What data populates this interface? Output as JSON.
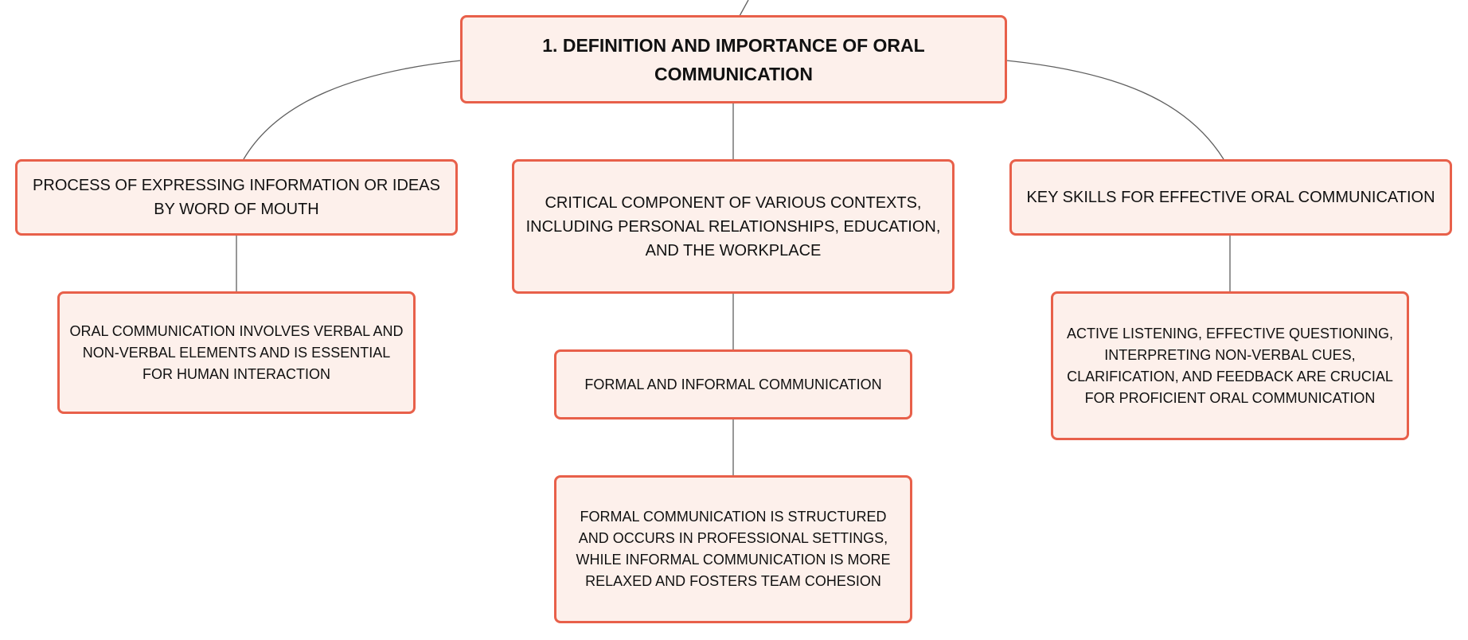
{
  "colors": {
    "node_fill": "#fdf0eb",
    "node_border": "#e8604a",
    "connector": "#5f5f5f",
    "text": "#111111"
  },
  "diagram": {
    "root": {
      "text": "1. DEFINITION AND IMPORTANCE OF ORAL COMMUNICATION"
    },
    "branches": [
      {
        "text": "PROCESS OF EXPRESSING INFORMATION OR IDEAS BY WORD OF MOUTH",
        "child": {
          "text": "ORAL COMMUNICATION INVOLVES VERBAL AND NON-VERBAL ELEMENTS AND IS ESSENTIAL FOR HUMAN INTERACTION"
        }
      },
      {
        "text": "CRITICAL COMPONENT OF VARIOUS CONTEXTS, INCLUDING PERSONAL RELATIONSHIPS, EDUCATION, AND THE WORKPLACE",
        "child": {
          "text": "FORMAL AND INFORMAL COMMUNICATION",
          "child": {
            "text": "FORMAL COMMUNICATION IS STRUCTURED AND OCCURS IN PROFESSIONAL SETTINGS, WHILE INFORMAL COMMUNICATION IS MORE RELAXED AND FOSTERS TEAM COHESION"
          }
        }
      },
      {
        "text": "KEY SKILLS FOR EFFECTIVE ORAL COMMUNICATION",
        "child": {
          "text": "ACTIVE LISTENING, EFFECTIVE QUESTIONING, INTERPRETING NON-VERBAL CUES, CLARIFICATION, AND FEEDBACK ARE CRUCIAL FOR PROFICIENT ORAL COMMUNICATION"
        }
      }
    ]
  }
}
